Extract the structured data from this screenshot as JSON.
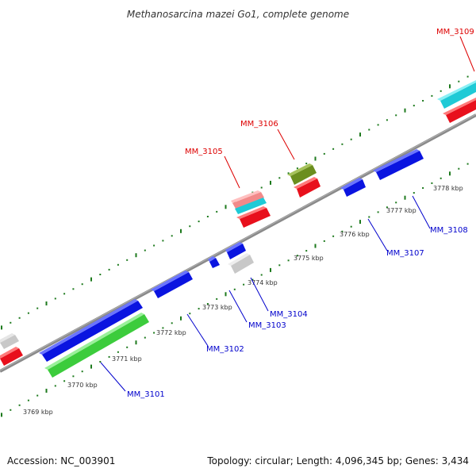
{
  "title": "Methanosarcina mazei Go1, complete genome",
  "accession_label": "Accession: NC_003901",
  "summary": "Topology: circular; Length: 4,096,345 bp; Genes: 3,434",
  "ticks": [
    "3769 kbp",
    "3770 kbp",
    "3771 kbp",
    "3772 kbp",
    "3773 kbp",
    "3774 kbp",
    "3775 kbp",
    "3776 kbp",
    "3777 kbp",
    "3778 kbp"
  ],
  "gene_labels": [
    {
      "name": "MM_3101",
      "strand": "minus"
    },
    {
      "name": "MM_3102",
      "strand": "minus"
    },
    {
      "name": "MM_3103",
      "strand": "minus"
    },
    {
      "name": "MM_3104",
      "strand": "minus"
    },
    {
      "name": "MM_3105",
      "strand": "plus"
    },
    {
      "name": "MM_3106",
      "strand": "plus"
    },
    {
      "name": "MM_3107",
      "strand": "minus"
    },
    {
      "name": "MM_3108",
      "strand": "minus"
    },
    {
      "name": "MM_3109",
      "strand": "plus"
    }
  ],
  "colors": {
    "backbone": "#8a8a8a",
    "minus_label": "#0000cc",
    "plus_label": "#dd0000",
    "tick": "#1d7a1d",
    "blue": "#0a14e0",
    "red": "#e8101c",
    "green": "#3ccc3c",
    "olive": "#6b8e1e",
    "cyan": "#1ecad6",
    "pink": "#f28a8a",
    "grey": "#c8c8c8"
  }
}
